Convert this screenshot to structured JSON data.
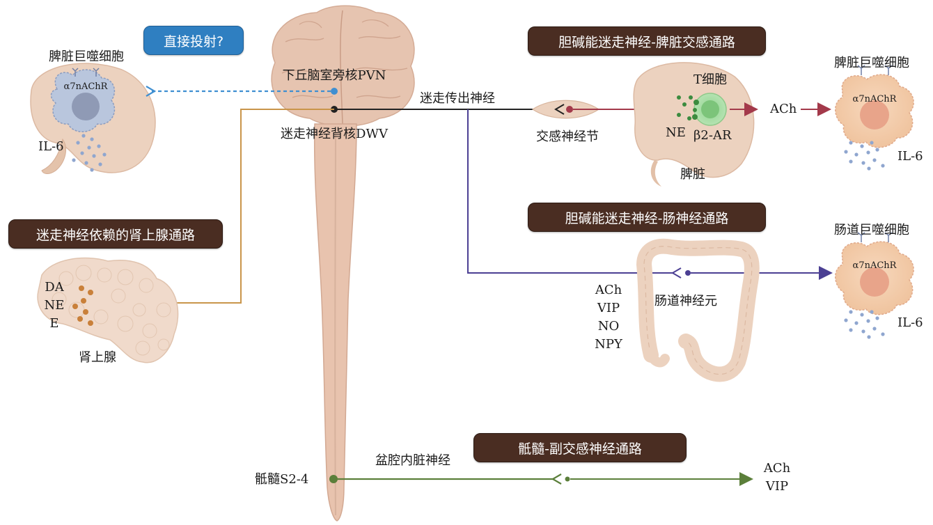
{
  "colors": {
    "vagus_efferent": "#222222",
    "direct_projection": "#3f8fd1",
    "adrenal_pathway": "#c9954a",
    "spleen_pathway": "#a3394a",
    "gut_pathway": "#4b3f93",
    "sacral_pathway": "#5b7f3a",
    "banner_bg": "#4a2d22",
    "banner_blue": "#2f7fc1",
    "organ_tan": "#ecd2bf",
    "macrophage": "#f4cfae"
  },
  "banners": {
    "direct_projection": "直接投射?",
    "spleen_pathway": "胆碱能迷走神经-脾脏交感通路",
    "adrenal_pathway": "迷走神经依赖的肾上腺通路",
    "gut_pathway": "胆碱能迷走神经-肠神经通路",
    "sacral_pathway": "骶髓-副交感神经通路"
  },
  "brain": {
    "pvn": "下丘脑室旁核PVN",
    "dvv": "迷走神经背核DWV",
    "efferent": "迷走传出神经"
  },
  "spleen_left": {
    "title": "脾脏巨噬细胞",
    "receptor": "α7nAChR",
    "cytokine": "IL-6"
  },
  "spleen_right": {
    "ganglion": "交感神经节",
    "t_cell": "T细胞",
    "ne": "NE",
    "b2ar": "β2-AR",
    "organ": "脾脏",
    "ach": "ACh",
    "macrophage_title": "脾脏巨噬细胞",
    "receptor": "α7nAChR",
    "cytokine": "IL-6"
  },
  "adrenal": {
    "transmitters": [
      "DA",
      "NE",
      "E"
    ],
    "organ": "肾上腺"
  },
  "gut": {
    "transmitters": [
      "ACh",
      "VIP",
      "NO",
      "NPY"
    ],
    "neuron": "肠道神经元",
    "macrophage_title": "肠道巨噬细胞",
    "receptor": "α7nAChR",
    "cytokine": "IL-6"
  },
  "sacral": {
    "spinal": "骶髓S2-4",
    "nerve": "盆腔内脏神经",
    "transmitters": [
      "ACh",
      "VIP"
    ]
  }
}
